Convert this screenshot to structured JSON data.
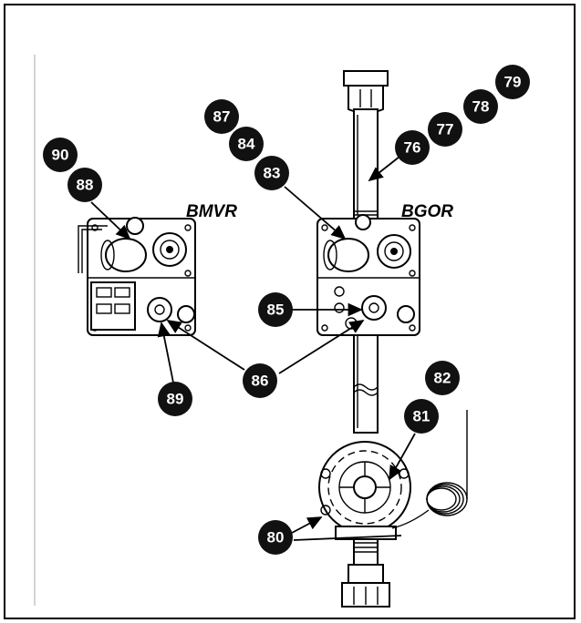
{
  "labels": {
    "bmvr": "BMVR",
    "bgor": "BGOR"
  },
  "callouts": {
    "c90": "90",
    "c88": "88",
    "c87": "87",
    "c84": "84",
    "c83": "83",
    "c79": "79",
    "c78": "78",
    "c77": "77",
    "c76": "76",
    "c85": "85",
    "c86": "86",
    "c89": "89",
    "c82": "82",
    "c81": "81",
    "c80": "80"
  }
}
